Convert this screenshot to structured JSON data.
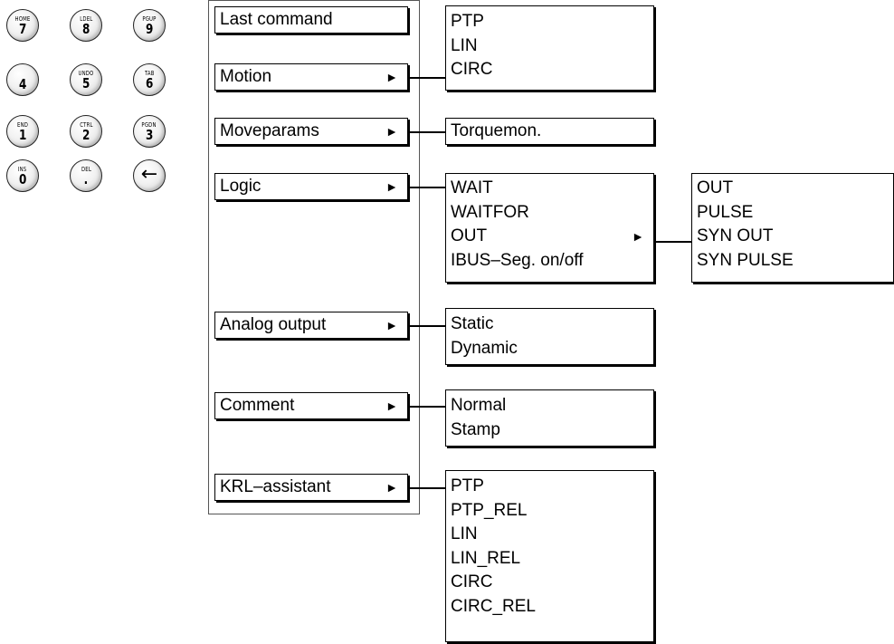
{
  "keypad": [
    {
      "top": "HOME",
      "main": "7"
    },
    {
      "top": "LDEL",
      "main": "8"
    },
    {
      "top": "PGUP",
      "main": "9"
    },
    {
      "top": "",
      "main": "4"
    },
    {
      "top": "UNDO",
      "main": "5"
    },
    {
      "top": "TAB",
      "main": "6"
    },
    {
      "top": "END",
      "main": "1"
    },
    {
      "top": "CTRL",
      "main": "2"
    },
    {
      "top": "PGDN",
      "main": "3"
    },
    {
      "top": "INS",
      "main": "0"
    },
    {
      "top": "DEL",
      "main": "."
    },
    {
      "top": "",
      "main": "←"
    }
  ],
  "menu": {
    "last_command": "Last command",
    "motion": "Motion",
    "moveparams": "Moveparams",
    "logic": "Logic",
    "analog_output": "Analog output",
    "comment": "Comment",
    "krl_assistant": "KRL–assistant",
    "arrow": "►"
  },
  "submenus": {
    "motion": [
      "PTP",
      "LIN",
      "CIRC"
    ],
    "moveparams": [
      "Torquemon."
    ],
    "logic": [
      "WAIT",
      "WAITFOR",
      "OUT",
      "IBUS–Seg. on/off"
    ],
    "logic_out": [
      "OUT",
      "PULSE",
      "SYN OUT",
      "SYN PULSE"
    ],
    "analog_output": [
      "Static",
      "Dynamic"
    ],
    "comment": [
      "Normal",
      "Stamp"
    ],
    "krl_assistant": [
      "PTP",
      "PTP_REL",
      "LIN",
      "LIN_REL",
      "CIRC",
      "CIRC_REL"
    ]
  }
}
